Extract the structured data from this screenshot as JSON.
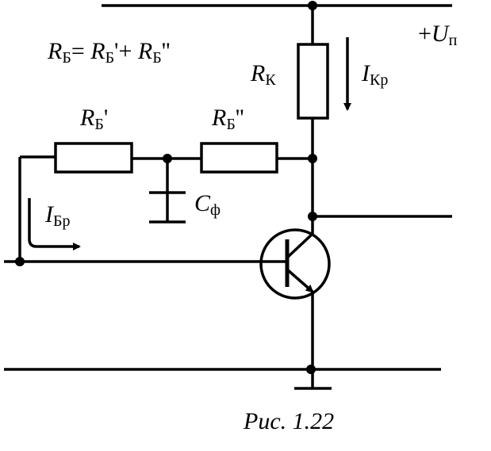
{
  "labels": {
    "formula": {
      "r1": "R",
      "s1": "Б",
      "eq": "= ",
      "r2": "R",
      "s2": "Б",
      "mid": "'+ ",
      "r3": "R",
      "s3": "Б",
      "end": "''"
    },
    "rb1": {
      "r": "R",
      "s": "Б",
      "p": "'"
    },
    "rb2": {
      "r": "R",
      "s": "Б",
      "p": "''"
    },
    "rk": {
      "r": "R",
      "s": "К"
    },
    "ikr": {
      "i": "I",
      "s": "Кр"
    },
    "ibr": {
      "i": "I",
      "s": "Бр"
    },
    "cf": {
      "c": "C",
      "s": "ф"
    },
    "up": {
      "plus": "+",
      "u": "U",
      "s": "п"
    },
    "caption": "Рис. 1.22"
  },
  "colors": {
    "ink": "#000000",
    "background": "#ffffff"
  }
}
